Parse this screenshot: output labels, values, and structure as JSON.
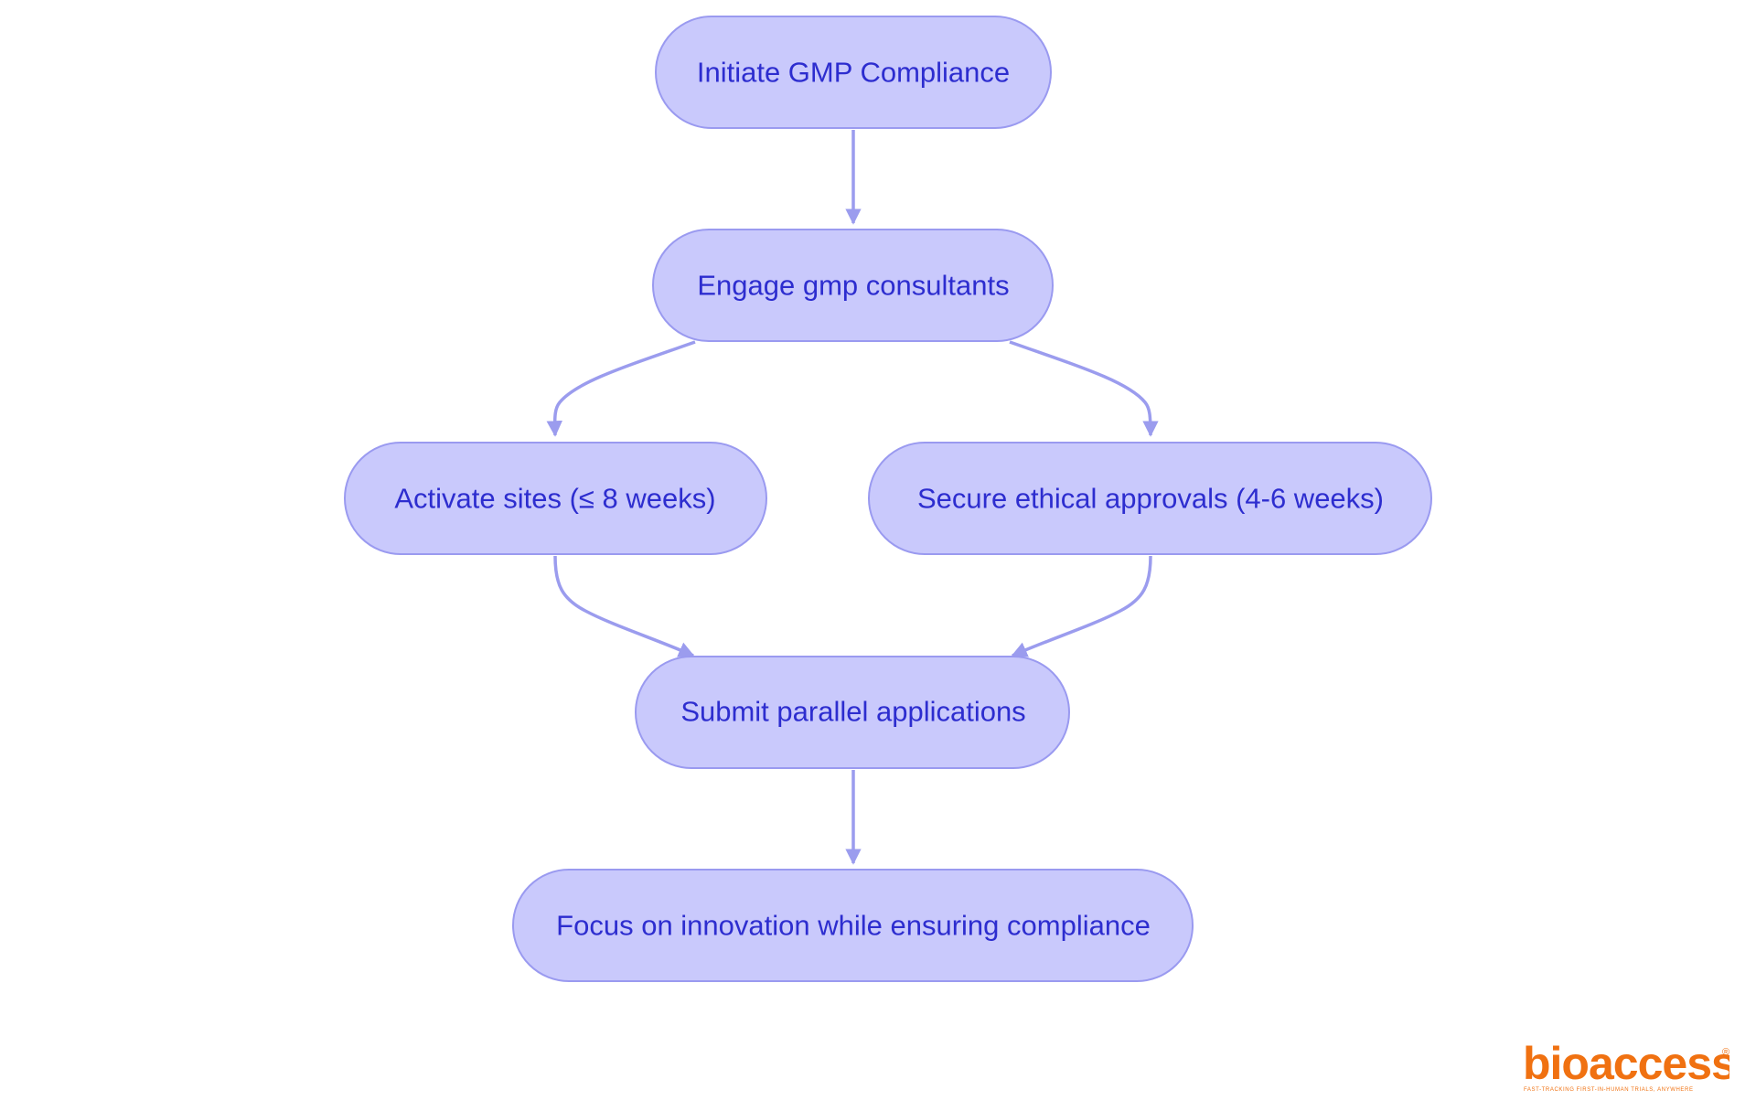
{
  "diagram": {
    "type": "flowchart",
    "nodes": [
      {
        "id": "initiate",
        "label": "Initiate GMP Compliance"
      },
      {
        "id": "engage",
        "label": "Engage gmp consultants"
      },
      {
        "id": "activate",
        "label": "Activate sites (≤ 8 weeks)"
      },
      {
        "id": "secure",
        "label": "Secure ethical approvals (4-6 weeks)"
      },
      {
        "id": "submit",
        "label": "Submit parallel applications"
      },
      {
        "id": "focus",
        "label": "Focus on innovation while ensuring compliance"
      }
    ],
    "edges": [
      {
        "from": "initiate",
        "to": "engage"
      },
      {
        "from": "engage",
        "to": "activate"
      },
      {
        "from": "engage",
        "to": "secure"
      },
      {
        "from": "activate",
        "to": "submit"
      },
      {
        "from": "secure",
        "to": "submit"
      },
      {
        "from": "submit",
        "to": "focus"
      }
    ]
  },
  "logo": {
    "brand": "bioaccess",
    "registered_mark": "®",
    "tagline": "FAST-TRACKING FIRST-IN-HUMAN TRIALS, ANYWHERE"
  },
  "colors": {
    "node_fill": "#c9c9fc",
    "node_stroke": "#9a9af0",
    "node_text": "#2d2dcf",
    "edge": "#9b9cee",
    "logo_orange": "#f07111"
  }
}
